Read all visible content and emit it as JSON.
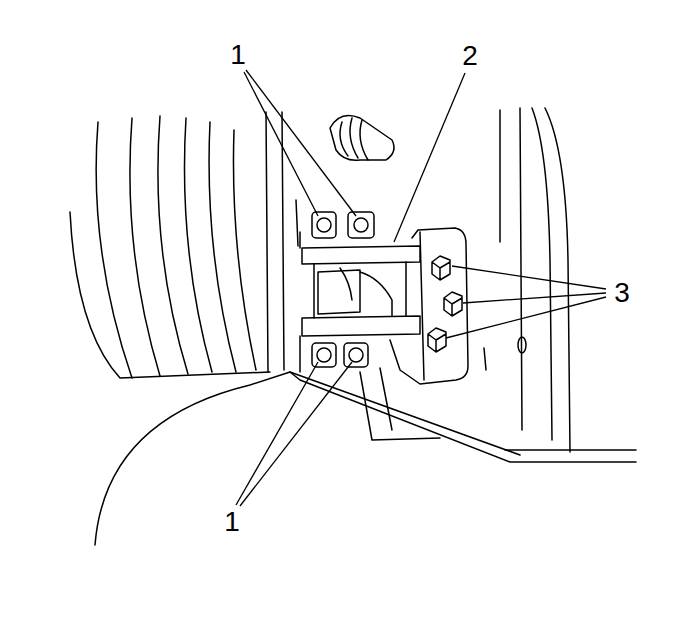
{
  "diagram": {
    "labels": [
      "1",
      "2",
      "3",
      "1"
    ]
  }
}
